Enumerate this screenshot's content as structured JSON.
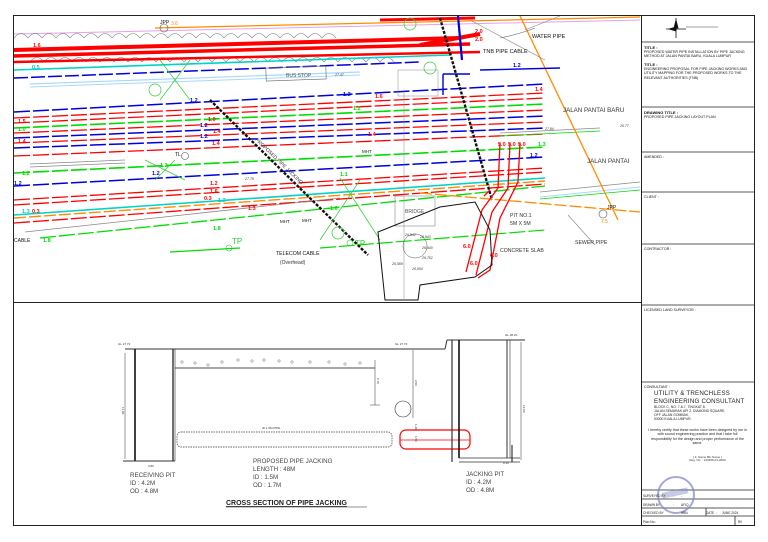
{
  "drawing": {
    "plan_labels": {
      "water_pipe": "WATER PIPE",
      "tnb_pipe_cable": "TNB PIPE CABLE",
      "bus_stop": "BUS STOP",
      "jalan_pantai_baru": "JALAN PANTAI BARU",
      "jalan_pantai": "JALAN PANTAI",
      "jpp_top": "JPP",
      "jpp_right": "JPP",
      "jpp_top_depth": "3.6",
      "jpp_right_depth": "7.5",
      "bridge": "BRIDGE",
      "pit_no1": "PIT NO.1",
      "pit_size": "5M X 5M",
      "concrete_slab": "CONCRETE SLAB",
      "sewer_pipe": "SEWER PIPE",
      "telecom_cable": "TELECOM CABLE",
      "overhead": "(Overhead)",
      "cable_left": "CABLE",
      "mht1": "MHT",
      "mht2": "MHT",
      "mht3": "MHT",
      "tp1": "TP",
      "tp2": "TP",
      "tl": "TL",
      "proposed_pipe_jacking": "PROPOSED PIPE JACKING"
    },
    "depth_labels": {
      "red": [
        "1.6",
        "1.5",
        "1.0",
        "1.4",
        "1.0",
        "1.4",
        "1.4",
        "1.6",
        "1.4",
        "1.4",
        "1.3",
        "1.2",
        "1.6",
        "2.0",
        "2.0",
        "5.0",
        "5.0",
        "5.0",
        "6.0",
        "6.0",
        "6.0",
        "0.3",
        "0.3"
      ],
      "blue": [
        "1.2",
        "1.2",
        "1.2",
        "1.2",
        "1.2",
        "1.2",
        "1.2",
        "1.2"
      ],
      "green": [
        "1.0",
        "1.2",
        "1.2",
        "1.1",
        "1.6",
        "1.8",
        "1.8",
        "1.2",
        "1.3"
      ],
      "cyan": [
        "0.5",
        "1.3",
        "1.2"
      ]
    },
    "spot_levels": [
      "26,942",
      "26,943",
      "26,940",
      "26,752",
      "26,589",
      "26,504",
      "27.47",
      "27.84",
      "27.79",
      "26.77"
    ],
    "section": {
      "title": "CROSS SECTION OF PIPE JACKING",
      "receiving_pit": {
        "name": "RECEIVING PIT",
        "id": "ID  :  4.2M",
        "od": "OD  :  4.8M"
      },
      "jacking_pit": {
        "name": "JACKING PIT",
        "id": "ID  :  4.2M",
        "od": "OD  :  4.8M"
      },
      "proposed": {
        "name": "PROPOSED PIPE JACKING",
        "length": "LENGTH  :  48M",
        "id": "ID  :  1.5M",
        "od": "OD  :  1.7M"
      },
      "left_level": "GL 27.73",
      "mid_level": "GL 27.70",
      "right_level": "GL 28.20",
      "left_depth": "11.00",
      "right_depth": "12.00",
      "dim_a": "2.70",
      "dim_b": "2.50",
      "dim_c": "1.20",
      "dim_d": "1.50",
      "bottom_left": "0.80",
      "bottom_right": "0.30",
      "pipe_note": "ID 1.5M PIPE"
    }
  },
  "title_block": {
    "title1_head": "TITLE :",
    "title1_text": "PROPOSED WATER PIPE INSTALLATION BY PIPE JACKING METHOD AT JALAN PANTAI BARU, KUALA LUMPUR",
    "title2_head": "TITLE :",
    "title2_text": "ENGINEERING PROPOSAL FOR PIPE JACKING WORKS AND UTILITY MAPPING FOR THE PROPOSED WORKS TO THE RELEVANT AUTHORITIES (TNB)",
    "drawing_title_head": "DRAWING TITLE :",
    "drawing_title_text": "PROPOSED PIPE JACKING LAYOUT PLAN",
    "amended_head": "AMENDED :",
    "client_head": "CLIENT :",
    "contractor_head": "CONTRACTOR :",
    "licensed_surveyor_head": "LICENSED LAND SURVEYOR :",
    "consultant_head": "CONSULTANT :",
    "consultant_name": "UTILITY & TRENCHLESS ENGINEERING CONSULTANT",
    "address": [
      "BLOCK C, NO. 7-8-7, TINGKAT 8,",
      "JALAN SEMARAK API 2, DIAMOND SQUARE,",
      "OFF JALAN GOMBAK,",
      "53000 KUALA LUMPUR."
    ],
    "certification": "I hereby certify that these works have been designed by me in with sound engineering practice and that I take full responsibility for the design and proper performance of the same.",
    "signatory": "( Ir. Name Bin Name )",
    "reg_no": "Reg. No. : 123456-01-0000",
    "surveyed_by_label": "SURVEYED BY",
    "surveyed_by_value": "-",
    "drawn_by_label": "DRAWN BY",
    "drawn_by_value": "AFIQ",
    "checked_by_label": "CHECKED BY",
    "checked_by_value": "HBN",
    "date_label": "DATE",
    "date_value": "JUNE 2024",
    "plan_no_label": "Plan No.:",
    "plan_no_value": "R0",
    "sep": ":"
  },
  "colors": {
    "red": "#ff0000",
    "blue": "#0000dd",
    "green": "#00dd00",
    "cyan": "#00d4c8",
    "orange": "#ff8c00",
    "light_blue": "#a8d8ff",
    "pink": "#e8a0e8",
    "black": "#111111",
    "grey": "#888888"
  }
}
